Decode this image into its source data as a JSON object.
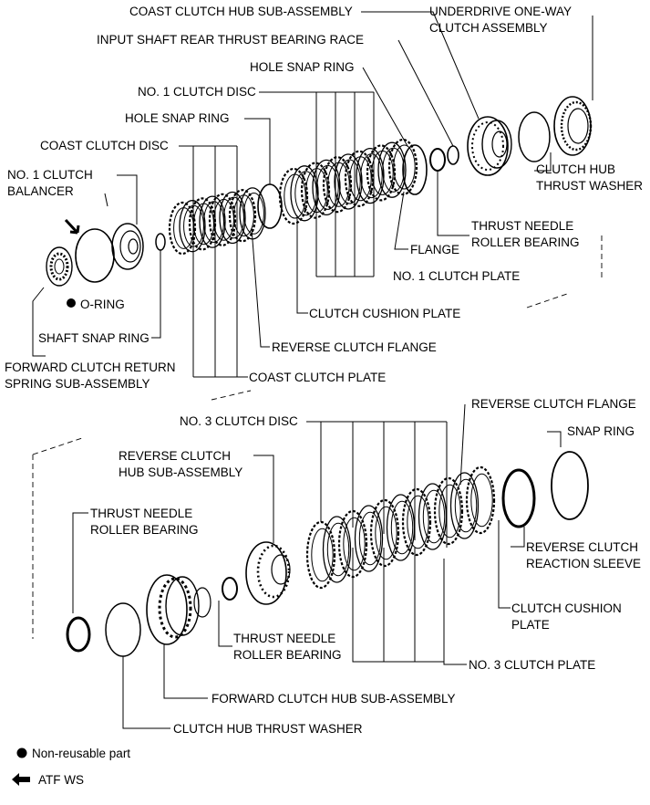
{
  "upper": {
    "coast_clutch_hub": "COAST CLUTCH HUB SUB-ASSEMBLY",
    "underdrive_line1": "UNDERDRIVE ONE-WAY",
    "underdrive_line2": "CLUTCH ASSEMBLY",
    "input_race": "INPUT SHAFT REAR THRUST BEARING RACE",
    "hole_snap_ring_right": "HOLE SNAP RING",
    "no1_clutch_disc": "NO. 1 CLUTCH DISC",
    "hole_snap_ring_left": "HOLE SNAP RING",
    "coast_clutch_disc": "COAST CLUTCH DISC",
    "balancer_line1": "NO. 1 CLUTCH",
    "balancer_line2": "BALANCER",
    "hub_washer_line1": "CLUTCH HUB",
    "hub_washer_line2": "THRUST WASHER",
    "needle_line1": "THRUST NEEDLE",
    "needle_line2": "ROLLER BEARING",
    "flange": "FLANGE",
    "o_ring": "O-RING",
    "no1_clutch_plate": "NO. 1 CLUTCH PLATE",
    "cushion_plate": "CLUTCH CUSHION PLATE",
    "shaft_snap_ring": "SHAFT SNAP RING",
    "reverse_flange": "REVERSE CLUTCH FLANGE",
    "return_spring_line1": "FORWARD CLUTCH RETURN",
    "return_spring_line2": "SPRING SUB-ASSEMBLY",
    "coast_clutch_plate": "COAST CLUTCH PLATE"
  },
  "lower": {
    "reverse_flange": "REVERSE CLUTCH FLANGE",
    "no3_clutch_disc": "NO. 3 CLUTCH DISC",
    "snap_ring": "SNAP RING",
    "rev_hub_line1": "REVERSE CLUTCH",
    "rev_hub_line2": "HUB SUB-ASSEMBLY",
    "needle_left_line1": "THRUST NEEDLE",
    "needle_left_line2": "ROLLER BEARING",
    "sleeve_line1": "REVERSE CLUTCH",
    "sleeve_line2": "REACTION SLEEVE",
    "cushion_line1": "CLUTCH CUSHION",
    "cushion_line2": "PLATE",
    "needle_mid_line1": "THRUST NEEDLE",
    "needle_mid_line2": "ROLLER BEARING",
    "no3_clutch_plate": "NO. 3 CLUTCH PLATE",
    "forward_hub": "FORWARD CLUTCH HUB SUB-ASSEMBLY",
    "hub_thrust_washer": "CLUTCH HUB THRUST WASHER"
  },
  "legend": {
    "non_reusable": "Non-reusable part",
    "atf": "ATF WS"
  }
}
